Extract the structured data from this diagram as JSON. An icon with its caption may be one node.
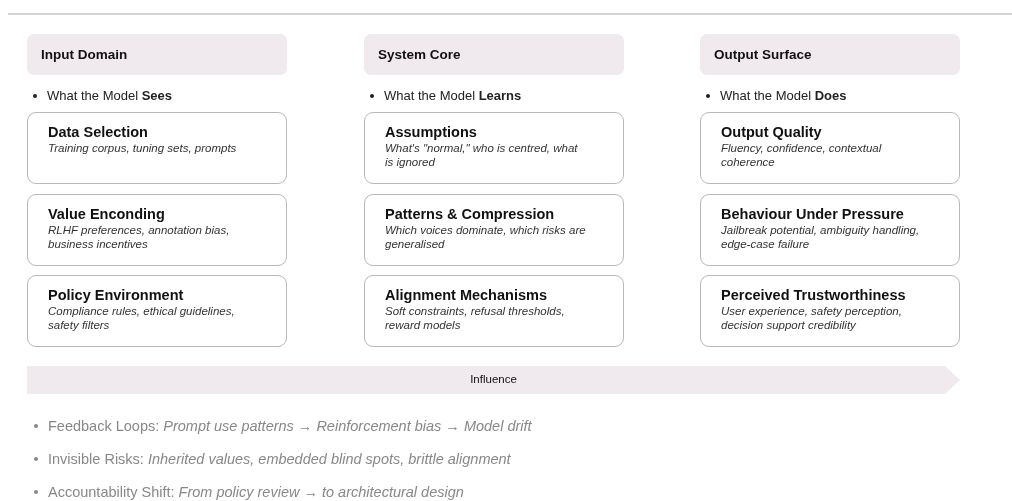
{
  "diagram": {
    "nodes": [
      {
        "text": [
          "Input Domain"
        ]
      },
      {
        "text": [
          "Data Selection",
          "Training corpus, tuning sets, prompts"
        ]
      },
      {
        "text": [
          "Value Enconding",
          "RLHF preferences, annotation bias, business incentives"
        ]
      },
      {
        "text": [
          "Policy Environment",
          "Compliance rules, ethical guidelines, safety filters"
        ]
      },
      {
        "text": [
          "System Core"
        ]
      },
      {
        "text": [
          "Assumptions",
          "What's \"normal,\" who is centred, what is ignored"
        ]
      },
      {
        "text": [
          "Patterns & Compression",
          "Which voices dominate, which risks are generalised"
        ]
      },
      {
        "text": [
          "Alignment Mechanisms",
          "Soft constraints, refusal thresholds, reward models"
        ]
      },
      {
        "text": [
          "Output Surface"
        ]
      },
      {
        "text": [
          "Output Quality",
          "Fluency, confidence, contextual coherence"
        ]
      },
      {
        "text": [
          "Behaviour Under Pressure",
          "Jailbreak potential, ambiguity handling, edge-case failure"
        ]
      },
      {
        "text": [
          "Perceived Trustworthiness",
          "User experience, safety perception, decision support credibility"
        ]
      },
      {
        "text": [
          "Influence"
        ]
      }
    ],
    "labels": [
      "What the Model **Sees**",
      "What the Model **Learns**",
      "What the Model **Does**",
      "Feedback Loops:  *Prompt use patterns → Reinforcement bias → Model drift*",
      "Invisible Risks:  *Inherited values, embedded blind spots, brittle alignment*",
      "Accountability Shift: *From policy review → to architectural design*"
    ]
  }
}
